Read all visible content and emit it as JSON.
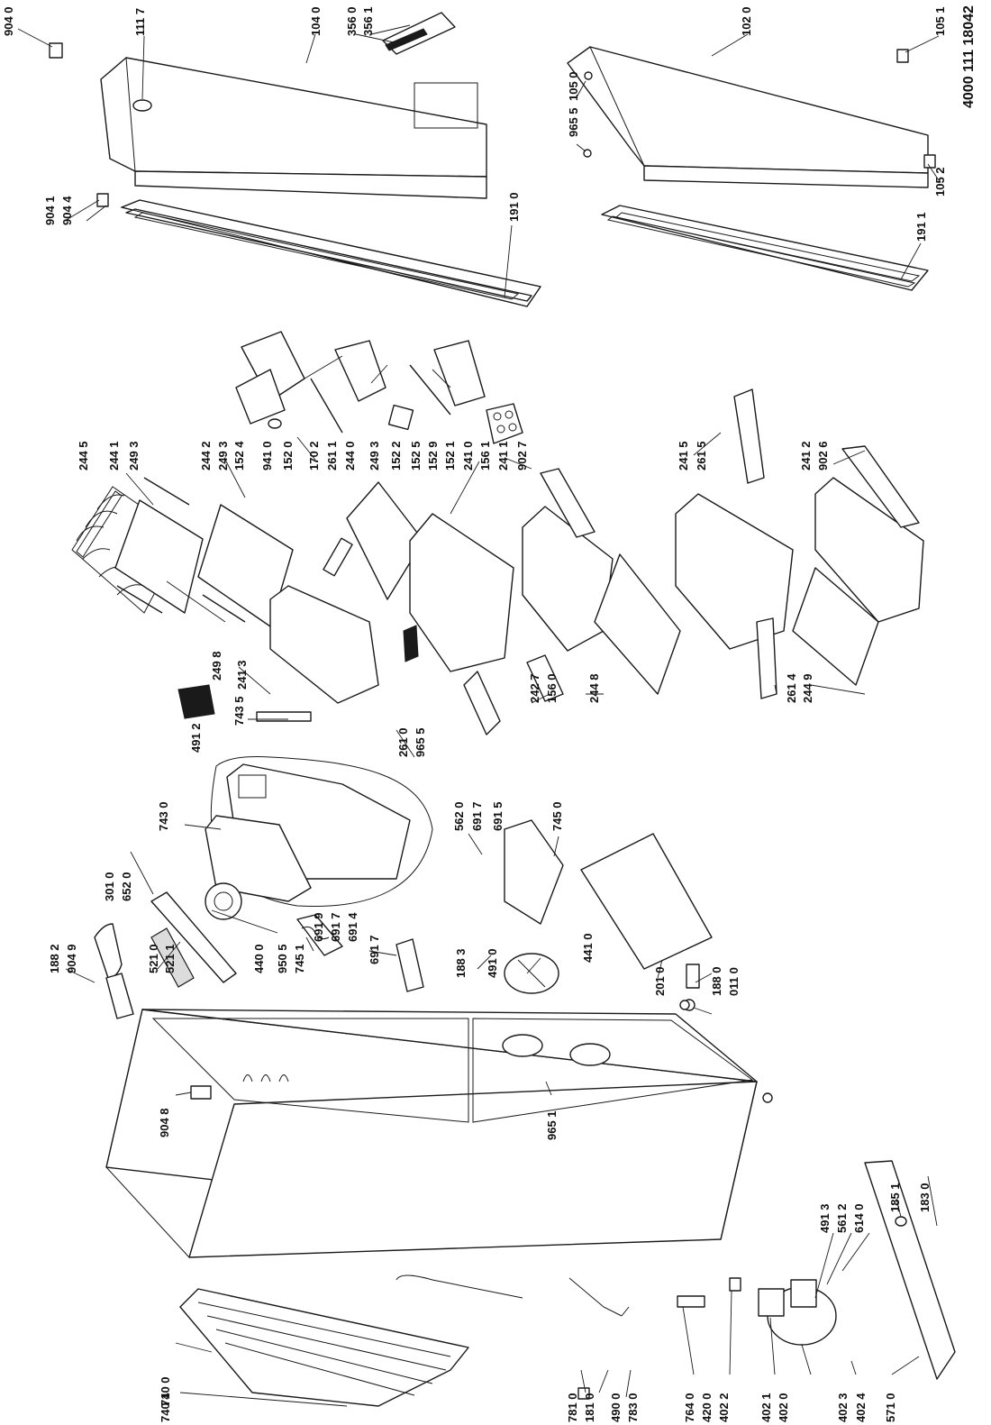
{
  "document_number": "4000 111 18042",
  "labels": {
    "l9040": "904 0",
    "l1117": "111 7",
    "l1040": "104 0",
    "l3560": "356 0",
    "l3561": "356 1",
    "l1020": "102 0",
    "l1051": "105 1",
    "l1050": "105 0",
    "l9655a": "965 5",
    "l1052": "105 2",
    "l9041": "904 1",
    "l9044": "904 4",
    "l1910": "191 0",
    "l1911": "191 1",
    "l2445": "244 5",
    "l2441": "244 1",
    "l2493a": "249 3",
    "l2442": "244 2",
    "l2493b": "249 3",
    "l1524": "152 4",
    "l9410": "941 0",
    "l1520": "152 0",
    "l1702": "170 2",
    "l2611": "261 1",
    "l2440": "244 0",
    "l2493c": "249 3",
    "l1522": "152 2",
    "l1525": "152 5",
    "l1529": "152 9",
    "l1521": "152 1",
    "l2410": "241 0",
    "l1561": "156 1",
    "l2411": "241 1",
    "l9027": "902 7",
    "l2415": "241 5",
    "l2615": "261 5",
    "l2412": "241 2",
    "l9026": "902 6",
    "l2498": "249 8",
    "l2413": "241 3",
    "l7435": "743 5",
    "l4912": "491 2",
    "l2610": "261 0",
    "l9655b": "965 5",
    "l2427": "242 7",
    "l1560": "156 0",
    "l2448": "244 8",
    "l2614": "261 4",
    "l2449": "244 9",
    "l7430": "743 0",
    "l5620": "562 0",
    "l6917a": "691 7",
    "l6915": "691 5",
    "l7450": "745 0",
    "l3010": "301 0",
    "l6520": "652 0",
    "l1882": "188 2",
    "l9049": "904 9",
    "l5210": "521 0",
    "l5211": "521 1",
    "l4400": "440 0",
    "l9505": "950 5",
    "l7451": "745 1",
    "l6919": "691 9",
    "l6917b": "691 7",
    "l6914": "691 4",
    "l6917c": "691 7",
    "l1883": "188 3",
    "l4910": "491 0",
    "l4410": "441 0",
    "l2010": "201 0",
    "l1880": "188 0",
    "l0110": "011 0",
    "l9048": "904 8",
    "l9651": "965 1",
    "l4913": "491 3",
    "l5612": "561 2",
    "l6140": "614 0",
    "l1851": "185 1",
    "l1830": "183 0",
    "l7400": "740 0",
    "l7401": "740 1",
    "l7810": "781 0",
    "l1810": "181 0",
    "l4900": "490 0",
    "l7830": "783 0",
    "l7640": "764 0",
    "l4200": "420 0",
    "l4022": "402 2",
    "l4021": "402 1",
    "l4020": "402 0",
    "l4023": "402 3",
    "l4024": "402 4",
    "l5710": "571 0"
  }
}
